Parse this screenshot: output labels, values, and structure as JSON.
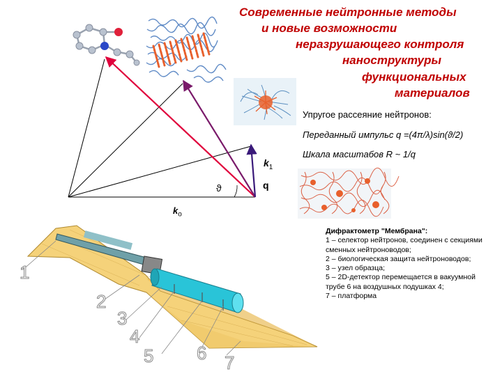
{
  "title_lines": [
    "Современные нейтронные методы",
    "и  новые  возможности",
    "неразрушающего  контроля",
    "наноструктуры",
    "функциональных",
    "материалов"
  ],
  "elastic_heading": "Упругое рассеяние нейтронов:",
  "momentum_text": "Переданный импульс q =(4π/λ)sin(ϑ/2)",
  "scale_text": "Шкала масштабов  R ~ 1/q",
  "vectors": {
    "k1": "k",
    "k1_sub": "1",
    "k0": "k",
    "k0_sub": "o",
    "q": "q",
    "theta": "ϑ"
  },
  "diffractometer": {
    "title": "Дифрактометр \"Мембрана\":",
    "items": [
      " 1 –  селектор нейтронов, соединен с секциями сменных нейтроноводов;",
      "2 – биологическая защита нейтроноводов;",
      "3 – узел образца;",
      "5 – 2D-детектор перемещается в вакуумной трубе 6 на воздушных подушках 4;",
      "7 – платформа"
    ]
  },
  "instrument_numbers": [
    "1",
    "2",
    "3",
    "4",
    "5",
    "6",
    "7"
  ],
  "colors": {
    "title": "#c00000",
    "arrow_red": "#e0003c",
    "arrow_purple": "#7a1a6a",
    "arrow_dark": "#3a1a7a",
    "platform": "#f5d27a",
    "tube": "#29c4d8",
    "polymer_red": "#e8602c",
    "polymer_blue": "#4f7fc0"
  },
  "icons": [
    "molecule-icon",
    "polymer-chains-image",
    "micelle-image",
    "network-image",
    "diffractometer-illustration"
  ]
}
